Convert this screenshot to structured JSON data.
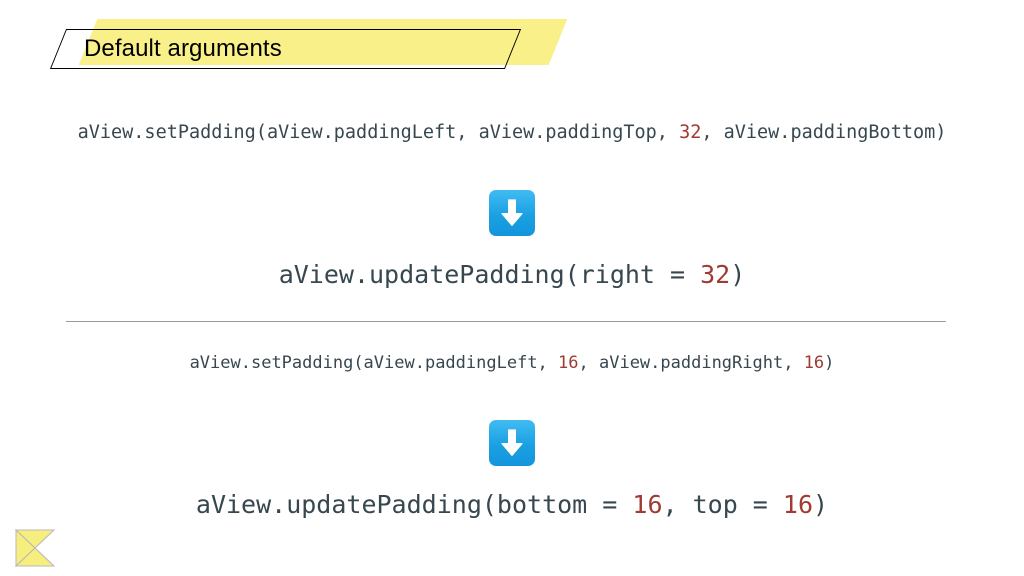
{
  "slide": {
    "title": "Default arguments",
    "background_color": "#ffffff",
    "highlight_color": "#F9F08A",
    "code_text_color": "#37474F",
    "number_color": "#A03A32",
    "arrow_color": "#1BA0E3",
    "divider_color": "#9a9a9a",
    "logo_color": "#F4E87A"
  },
  "examples": [
    {
      "before": {
        "prefix": "aView.setPadding(aView.paddingLeft, aView.paddingTop, ",
        "value": "32",
        "suffix": ", aView.paddingBottom)",
        "full_text": "aView.setPadding(aView.paddingLeft, aView.paddingTop, 32, aView.paddingBottom)"
      },
      "arrow_icon": "down-arrow-icon",
      "after": {
        "prefix": "aView.updatePadding(right = ",
        "value": "32",
        "suffix": ")",
        "full_text": "aView.updatePadding(right = 32)"
      }
    },
    {
      "before": {
        "prefix": "aView.setPadding(aView.paddingLeft, ",
        "value": "16",
        "middle": ", aView.paddingRight, ",
        "value2": "16",
        "suffix": ")",
        "full_text": "aView.setPadding(aView.paddingLeft, 16, aView.paddingRight, 16)"
      },
      "arrow_icon": "down-arrow-icon",
      "after": {
        "prefix": "aView.updatePadding(bottom = ",
        "value": "16",
        "middle": ", top = ",
        "value2": "16",
        "suffix": ")",
        "full_text": "aView.updatePadding(bottom = 16, top = 16)"
      }
    }
  ],
  "logo": {
    "name": "kotlin-k-logo"
  }
}
